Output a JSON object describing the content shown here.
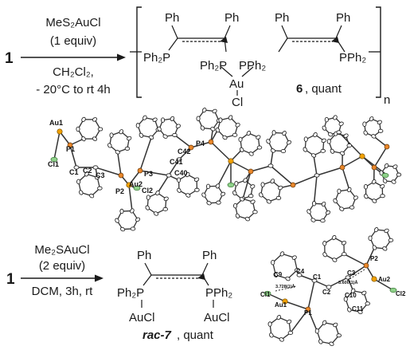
{
  "scheme1": {
    "compound": "1",
    "reagent_line1": "MeS₂AuCl",
    "reagent_line2": "(1 equiv)",
    "cond_line1": "CH₂Cl₂,",
    "cond_line2": "- 20°C to rt 4h",
    "ph_left": "Ph",
    "ph_mid": "Ph",
    "ph_right_left": "Ph",
    "ph_right": "Ph",
    "pph2_left": "Ph₂P",
    "ph2p_mid": "Ph₂P",
    "pph2_mid": "PPh₂",
    "pph2_right": "PPh₂",
    "au": "Au",
    "cl": "Cl",
    "product_num": "6",
    "product_yield": ", quant",
    "n": "n"
  },
  "crystal1": {
    "labels": [
      "Au1",
      "P1",
      "Cl1",
      "C1",
      "C2",
      "C3",
      "P2",
      "Au2",
      "P3",
      "Cl2",
      "C40",
      "C41",
      "C42",
      "P4"
    ]
  },
  "scheme2": {
    "compound": "1",
    "reagent_line1": "Me₂SAuCl",
    "reagent_line2": "(2 equiv)",
    "cond_line1": "DCM, 3h, rt",
    "ph_left": "Ph",
    "ph_right": "Ph",
    "ph2p": "Ph₂P",
    "pph2": "PPh₂",
    "aucl_left": "AuCl",
    "aucl_right": "AuCl",
    "product_num": "rac-7",
    "product_yield": ", quant"
  },
  "crystal2": {
    "labels": [
      "C9",
      "C4",
      "C1",
      "C3",
      "P2",
      "Cl1",
      "Au1",
      "C2",
      "C10",
      "Au2",
      "Cl2",
      "C11",
      "P1"
    ],
    "dist1": "3.728(1)Å",
    "dist2": "3.600(1)Å"
  }
}
